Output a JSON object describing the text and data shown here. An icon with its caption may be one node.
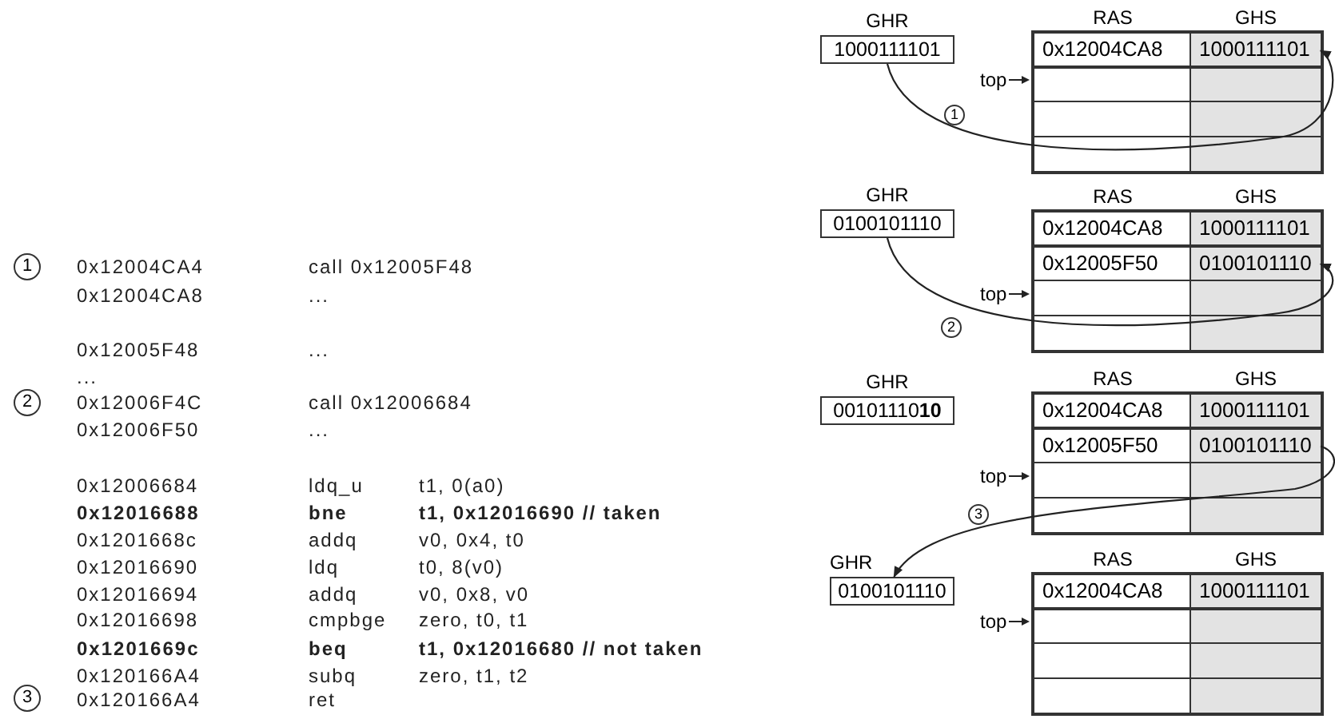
{
  "diagram": {
    "nodes": [
      {
        "text": [
          "GHR",
          "1000111101"
        ]
      },
      {
        "text": [
          "0x12004CA8"
        ]
      },
      {
        "text": [
          "1000111101"
        ]
      },
      {
        "text": [
          "GHR",
          "0100101110"
        ]
      },
      {
        "text": [
          "0x12004CA8"
        ]
      },
      {
        "text": [
          "1000111101"
        ]
      },
      {
        "text": [
          "0x12005F50"
        ]
      },
      {
        "text": [
          "0100101110"
        ]
      },
      {
        "text": [
          "GHR",
          "00101110**10**"
        ]
      },
      {
        "text": [
          "0x12004CA8"
        ]
      },
      {
        "text": [
          "1000111101"
        ]
      },
      {
        "text": [
          "0x12005F50"
        ]
      },
      {
        "text": [
          "0100101110"
        ]
      },
      {
        "text": [
          "GHR",
          "0100101110"
        ]
      },
      {
        "text": [
          "0x12004CA8"
        ]
      },
      {
        "text": [
          "1000111101"
        ]
      }
    ],
    "edges": [
      {
        "from": 0,
        "to": 2,
        "arrow": "to",
        "label": "1"
      },
      {
        "from": 3,
        "to": 7,
        "arrow": "to",
        "label": "2"
      },
      {
        "from": 12,
        "to": 13,
        "arrow": "to",
        "label": "3"
      }
    ],
    "labels": [
      "1",
      "0x12004CA4",
      "call 0x12005F48",
      "0x12004CA8",
      "...",
      "0x12005F48",
      "...",
      "...",
      "2",
      "0x12006F4C",
      "call 0x12006684",
      "0x12006F50",
      "...",
      "0x12006684",
      "ldq_u",
      "t1, 0(a0)",
      "0x12016688",
      "bne",
      "t1, 0x12016690 // taken",
      "0x1201668c",
      "addq",
      "v0, 0x4, t0",
      "0x12016690",
      "ldq",
      "t0, 8(v0)",
      "0x12016694",
      "addq",
      "v0, 0x8, v0",
      "0x12016698",
      "cmpbge",
      "zero, t0, t1",
      "0x1201669c",
      "beq",
      "t1, 0x12016680 // not taken",
      "0x120166A4",
      "subq",
      "zero, t1, t2",
      "3",
      "0x120166A4",
      "ret",
      "RAS",
      "GHS",
      "top",
      "RAS",
      "GHS",
      "top",
      "RAS",
      "GHS",
      "top",
      "RAS",
      "GHS",
      "top"
    ]
  }
}
